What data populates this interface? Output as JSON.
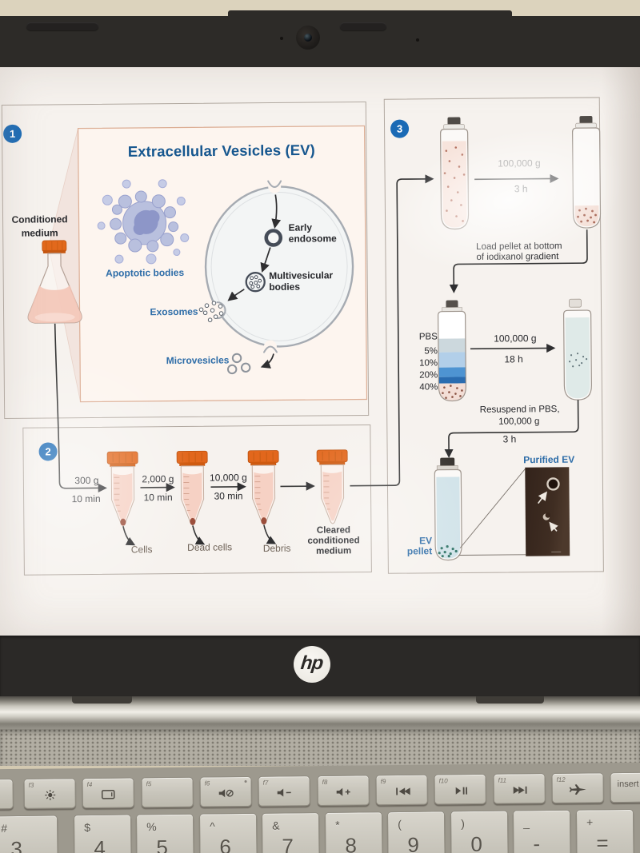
{
  "screen": {
    "step1": {
      "badge": "1",
      "source_label": [
        "Conditioned",
        "medium"
      ],
      "inset_title": "Extracellular Vesicles (EV)",
      "labels": {
        "apoptotic_bodies": "Apoptotic bodies",
        "early_endosome": [
          "Early",
          "endosome"
        ],
        "multivesicular_bodies": [
          "Multivesicular",
          "bodies"
        ],
        "exosomes": "Exosomes",
        "microvesicles": "Microvesicles"
      }
    },
    "step2": {
      "badge": "2",
      "spins": [
        {
          "force": "300 g",
          "time": "10 min",
          "pellet": "Cells"
        },
        {
          "force": "2,000 g",
          "time": "10 min",
          "pellet": "Dead cells"
        },
        {
          "force": "10,000 g",
          "time": "30 min",
          "pellet": "Debris"
        }
      ],
      "result": [
        "Cleared",
        "conditioned",
        "medium"
      ]
    },
    "step3": {
      "badge": "3",
      "spin1": {
        "force": "100,000 g",
        "time": "3 h"
      },
      "load_note": [
        "Load pellet at bottom",
        "of iodixanol gradient"
      ],
      "gradient_labels": [
        "PBS",
        "5%",
        "10%",
        "20%",
        "40%"
      ],
      "spin2": {
        "force": "100,000 g",
        "time": "18 h"
      },
      "resuspend_note": [
        "Resuspend in PBS,",
        "100,000 g"
      ],
      "spin3_time": "3 h",
      "ev_pellet_label": [
        "EV",
        "pellet"
      ],
      "purified_ev_label": "Purified EV"
    }
  },
  "laptop": {
    "brand_logo": "hp",
    "keyboard": {
      "function_keys": [
        {
          "label": "f3",
          "icon": "brightness-icon"
        },
        {
          "label": "f4",
          "icon": "display-switch-icon"
        },
        {
          "label": "f5",
          "icon": ""
        },
        {
          "label": "f6",
          "icon": "mute-icon"
        },
        {
          "label": "f7",
          "icon": "volume-down-icon"
        },
        {
          "label": "f8",
          "icon": "volume-up-icon"
        },
        {
          "label": "f9",
          "icon": "previous-track-icon"
        },
        {
          "label": "f10",
          "icon": "play-pause-icon"
        },
        {
          "label": "f11",
          "icon": "next-track-icon"
        },
        {
          "label": "f12",
          "icon": "airplane-mode-icon"
        },
        {
          "label": "insert",
          "icon": ""
        }
      ],
      "number_row": [
        {
          "shift": "#",
          "main": "3"
        },
        {
          "shift": "$",
          "main": "4"
        },
        {
          "shift": "%",
          "main": "5"
        },
        {
          "shift": "^",
          "main": "6"
        },
        {
          "shift": "&",
          "main": "7"
        },
        {
          "shift": "*",
          "main": "8"
        },
        {
          "shift": "(",
          "main": "9"
        },
        {
          "shift": ")",
          "main": "0"
        },
        {
          "shift": "_",
          "main": "-"
        },
        {
          "shift": "+",
          "main": "="
        }
      ]
    }
  },
  "colors": {
    "step_badge_blue": "#1a6ab5",
    "heading_blue": "#17578f",
    "label_blue": "#2e6da8",
    "tube_cap_orange": "#e2671c",
    "gradient_layers": [
      "#ccd8dd",
      "#b2cfe9",
      "#4e94d2",
      "#2a6cb0",
      "#f3ded6"
    ],
    "em_image_brown": "#3b2b22",
    "ev_pellet_teal": "#2f7467"
  }
}
